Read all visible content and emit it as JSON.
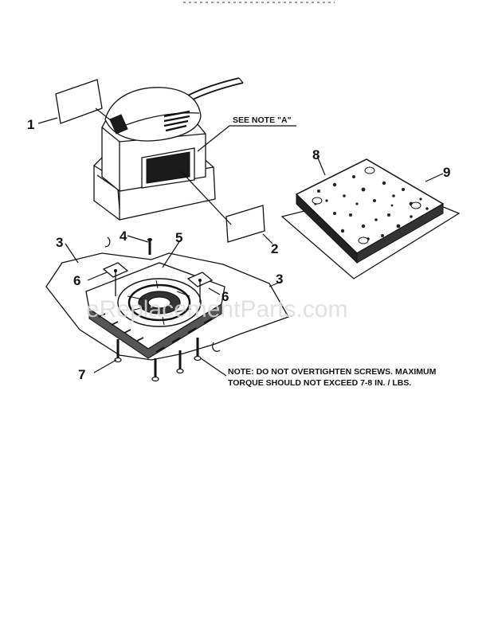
{
  "callouts": {
    "c1": "1",
    "c2": "2",
    "c3a": "3",
    "c3b": "3",
    "c4": "4",
    "c5": "5",
    "c6a": "6",
    "c6b": "6",
    "c7": "7",
    "c8": "8",
    "c9": "9"
  },
  "notes": {
    "see_note": "SEE NOTE \"A\"",
    "torque_line1": "NOTE: DO NOT OVERTIGHTEN SCREWS. MAXIMUM",
    "torque_line2": "TORQUE SHOULD NOT EXCEED 7-8 IN. / LBS."
  },
  "watermark": "eReplacementParts.com"
}
